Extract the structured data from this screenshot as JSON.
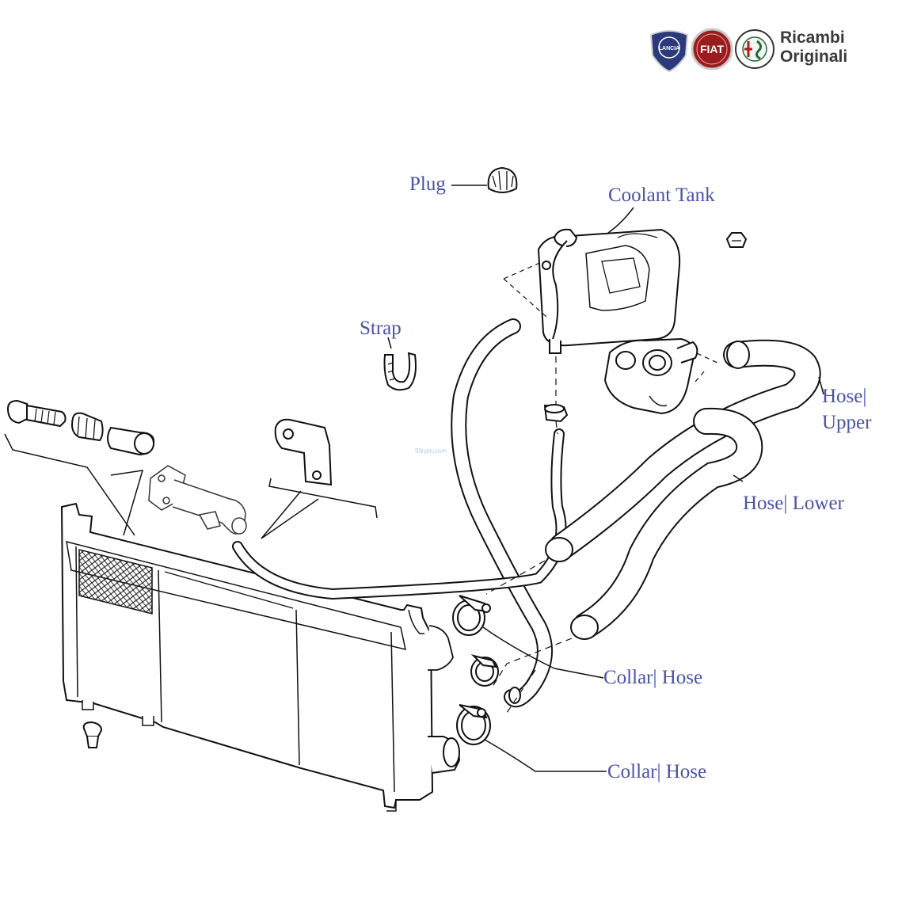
{
  "brand": {
    "line1": "Ricambi",
    "line2": "Originali",
    "logos": [
      {
        "label": "LANCIA",
        "color": "#2b3a7a"
      },
      {
        "label": "FIAT",
        "color": "#9b1c1c"
      },
      {
        "label": "ALFA ROMEO",
        "color": "#1e6b2e"
      }
    ]
  },
  "watermark": "99rpm.com",
  "labels": {
    "plug": "Plug",
    "coolant_tank": "Coolant Tank",
    "strap": "Strap",
    "hose_upper_1": "Hose|",
    "hose_upper_2": "Upper",
    "hose_lower": "Hose| Lower",
    "collar_hose_1": "Collar| Hose",
    "collar_hose_2": "Collar| Hose"
  },
  "colors": {
    "label_text": "#4a53a6",
    "line_art": "#111111"
  }
}
